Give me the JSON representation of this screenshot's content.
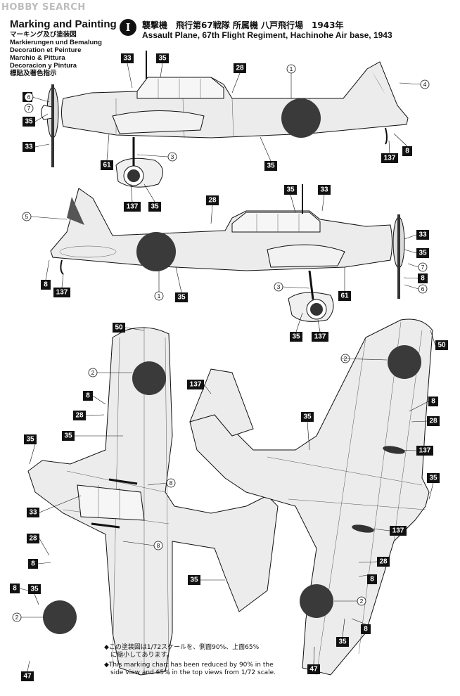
{
  "watermark": "HOBBY SEARCH",
  "title": {
    "english": "Marking and Painting",
    "languages": [
      "マーキング及び塗装図",
      "Markierungen und Bemalung",
      "Decoration et Peinture",
      "Marchio & Pittura",
      "Decoracion y Pintura",
      "標貼及著色指示"
    ]
  },
  "scheme": {
    "numeral": "I",
    "caption_jp": "襲撃機　飛行第67戦隊 所属機 八戸飛行場　1943年",
    "caption_en": "Assault Plane,  67th Flight Regiment, Hachinohe Air base,  1943"
  },
  "notes": [
    "◆この塗装図は1/72スケールを、側面90%、上面65%",
    "　に縮小してあります。",
    "◆This marking chart has been reduced by 90% in the",
    "　side view and 65% in the top views from 1/72 scale."
  ],
  "colors": {
    "paint_callout_fill": "#111111",
    "paint_callout_text": "#ffffff",
    "aircraft_fill": "#ececec",
    "hinomaru": "#3a3a3a"
  },
  "diagram": {
    "views": [
      "left-side-view",
      "right-side-view",
      "top-view",
      "bottom-view"
    ],
    "paint_callouts": [
      "33",
      "35",
      "8",
      "61",
      "137",
      "28",
      "50",
      "47"
    ],
    "decal_callouts": [
      "1",
      "2",
      "3",
      "4",
      "5",
      "6",
      "7",
      "8"
    ]
  }
}
